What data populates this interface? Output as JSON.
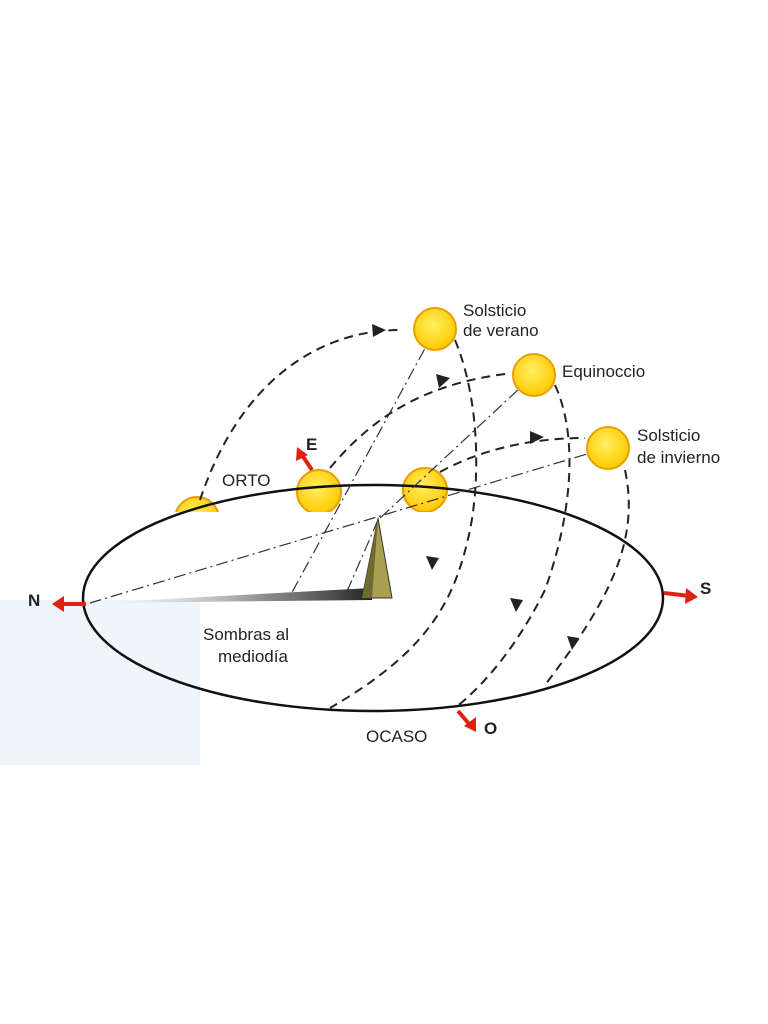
{
  "labels": {
    "summer_solstice_1": "Solsticio",
    "summer_solstice_2": "de verano",
    "equinox": "Equinoccio",
    "winter_solstice_1": "Solsticio",
    "winter_solstice_2": "de invierno",
    "sunrise": "ORTO",
    "sunset": "OCASO",
    "noon_shadows_1": "Sombras al",
    "noon_shadows_2": "mediodía"
  },
  "compass": {
    "north": "N",
    "south": "S",
    "east": "E",
    "west": "O"
  },
  "colors": {
    "sun_fill": "#ffd700",
    "sun_stroke": "#e8a000",
    "arrow": "#e02010",
    "gnomon": "#a8a050",
    "line": "#222222"
  }
}
